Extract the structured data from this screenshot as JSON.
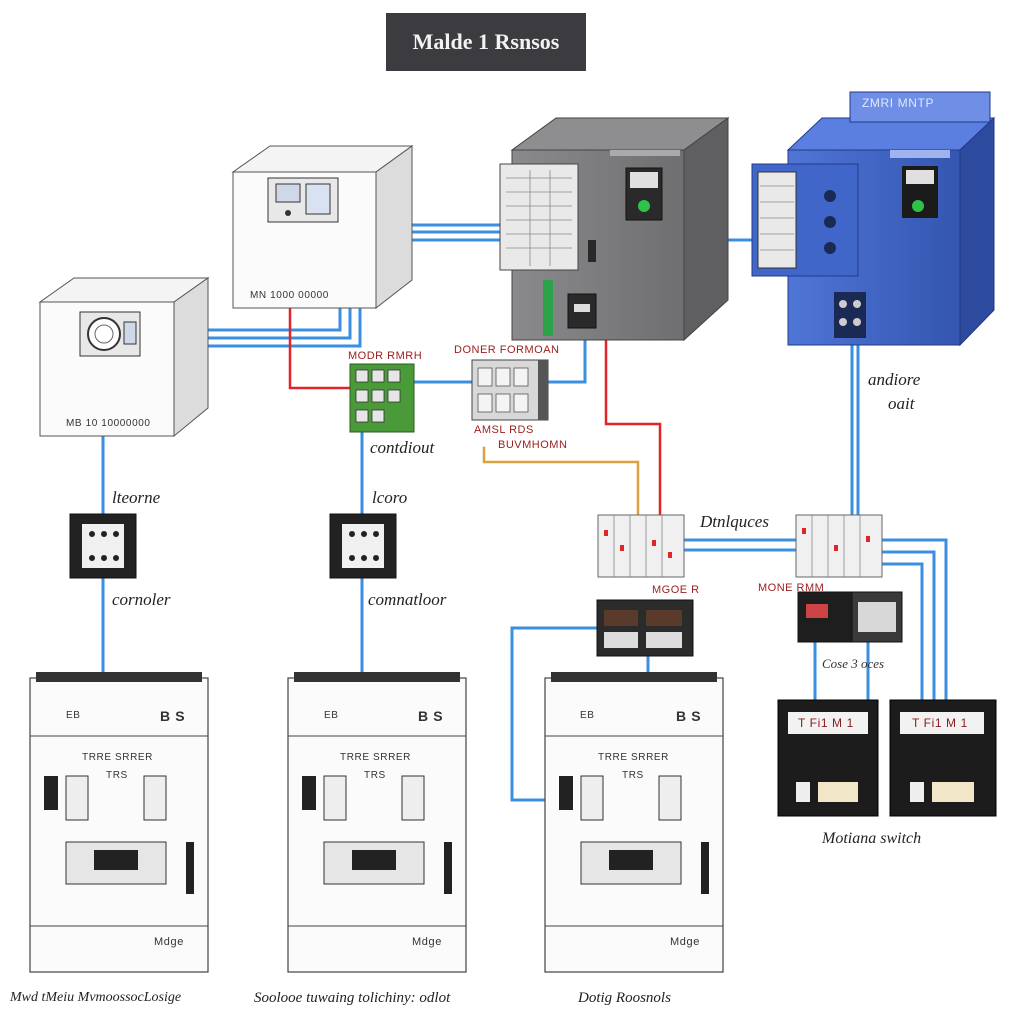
{
  "title": "Malde 1 Rsnsos",
  "labels": {
    "meter_box_1": "MB 10 10000000",
    "meter_box_2": "MN 1000 00000",
    "terminal_block_top": "MODR RMRH",
    "relay_module_top": "DONER FORMOAN",
    "relay_module_bottom_1": "AMSL RDS",
    "relay_module_bottom_2": "BUVMHOMN",
    "contactor_text": "contdiout",
    "left_breaker_label": "lteorne",
    "left_contactor_label": "cornoler",
    "mid_breaker_label": "lcoro",
    "mid_contactor_label": "comnatloor",
    "right_label_1": "andiore",
    "right_label_2": "oait",
    "terminals_right": "Dtnlquces",
    "module_label": "MGOE R",
    "module_label_2": "MONE RMM",
    "small_box_label": "Cose 3 oces",
    "motor_switch_label": "Motiana switch",
    "bottom_1": "Mwd tMeiu MvmoossocLosige",
    "bottom_2": "Soolooe tuwaing tolichiny: odlot",
    "bottom_3": "Dotig Roosnols",
    "cab_top_1": "EB",
    "cab_top_2": "EB",
    "cab_top_3": "EB",
    "cab_code_1": "B S",
    "cab_code_2": "B S",
    "cab_code_3": "B S",
    "cab_mid_1": "TRRE SRRER",
    "cab_mid_2": "TRRE SRRER",
    "cab_mid_3": "TRRE SRRER",
    "cab_sub_1": "TRS",
    "cab_sub_2": "TRS",
    "cab_sub_3": "TRS",
    "cab_foot_1": "Mdge",
    "cab_foot_2": "Mdge",
    "cab_foot_3": "Mdge",
    "ms_1": "T Fi1 M 1",
    "ms_2": "T Fi1 M 1",
    "plc_blue_sign": "ZMRI MNTP"
  },
  "colors": {
    "wire_blue": "#3a8fe0",
    "wire_red": "#e0242a",
    "wire_yellow": "#d9a23a",
    "plc_grey": "#7a7a7c",
    "plc_blue": "#3f63c4",
    "pcb_green": "#4a9a3a",
    "title_bg": "#3b3b40"
  }
}
